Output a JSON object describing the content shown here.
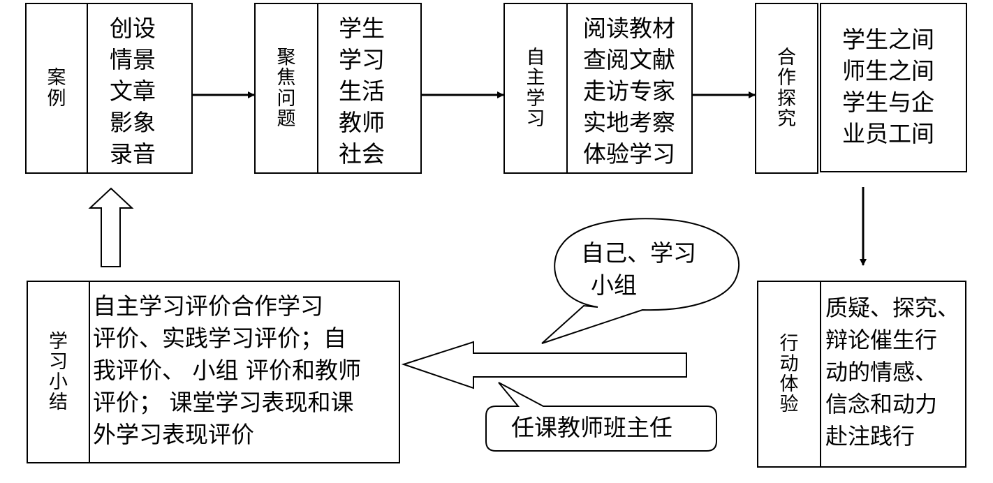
{
  "boxes": {
    "case": {
      "label": "案例",
      "items": [
        "创设",
        "情景",
        "文章",
        "影象",
        "录音"
      ]
    },
    "focus": {
      "label": "聚焦问题",
      "items": [
        "学生",
        "学习",
        "生活",
        "教师",
        "社会"
      ]
    },
    "self_study": {
      "label": "自主学习",
      "items": [
        "阅读教材",
        "查阅文献",
        "走访专家",
        "实地考察",
        "体验学习"
      ]
    },
    "cooperate": {
      "label": "合作探究",
      "items": [
        "学生之间",
        "师生之间",
        "学生与企",
        "业员工间"
      ]
    },
    "action": {
      "label": "行动体验",
      "items": [
        "质疑、探究、",
        "辩论催生行",
        "动的情感、",
        "信念和动力",
        "赴注践行"
      ]
    },
    "summary": {
      "label": "学习小结",
      "lines": [
        "自主学习评价合作学习",
        "评价、实践学习评价；自",
        "我评价、 小组 评价和教师",
        "评价； 课堂学习表现和课",
        "外学习表现评价"
      ]
    }
  },
  "callouts": {
    "self_group_line1": "自己、学习",
    "self_group_line2": "小组",
    "teacher": "任课教师班主任"
  }
}
